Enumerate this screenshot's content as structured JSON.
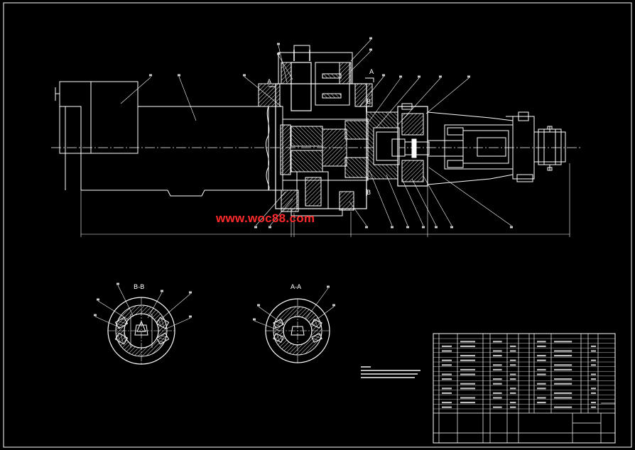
{
  "watermark": "www.woc88.com",
  "section_bb": "B-B",
  "section_aa": "A-A",
  "mark_a_left": "A",
  "mark_a_right": "A",
  "mark_b_top": "B",
  "mark_b_bottom": "B",
  "colors": {
    "background": "#000000",
    "lines": "#ffffff",
    "watermark": "#ff2a2a",
    "accent": "#00e5ff"
  }
}
